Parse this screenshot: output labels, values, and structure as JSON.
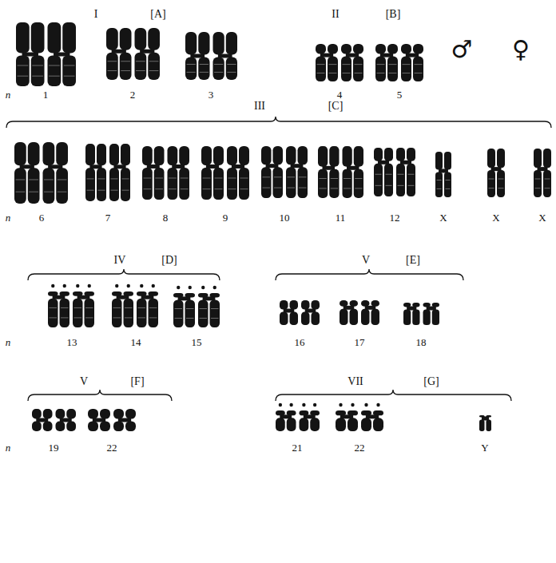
{
  "diagram": {
    "labels": [
      "I",
      "[A]",
      "II",
      "[B]",
      "♂",
      "♀",
      "n",
      "1",
      "2",
      "3",
      "4",
      "5",
      "III",
      "[C]",
      "n",
      "6",
      "7",
      "8",
      "9",
      "10",
      "11",
      "12",
      "X",
      "X",
      "X",
      "IV",
      "[D]",
      "V",
      "[E]",
      "n",
      "13",
      "14",
      "15",
      "16",
      "17",
      "18",
      "V",
      "[F]",
      "VII",
      "[G]",
      "n",
      "19",
      "22",
      "21",
      "22",
      "Y"
    ]
  }
}
